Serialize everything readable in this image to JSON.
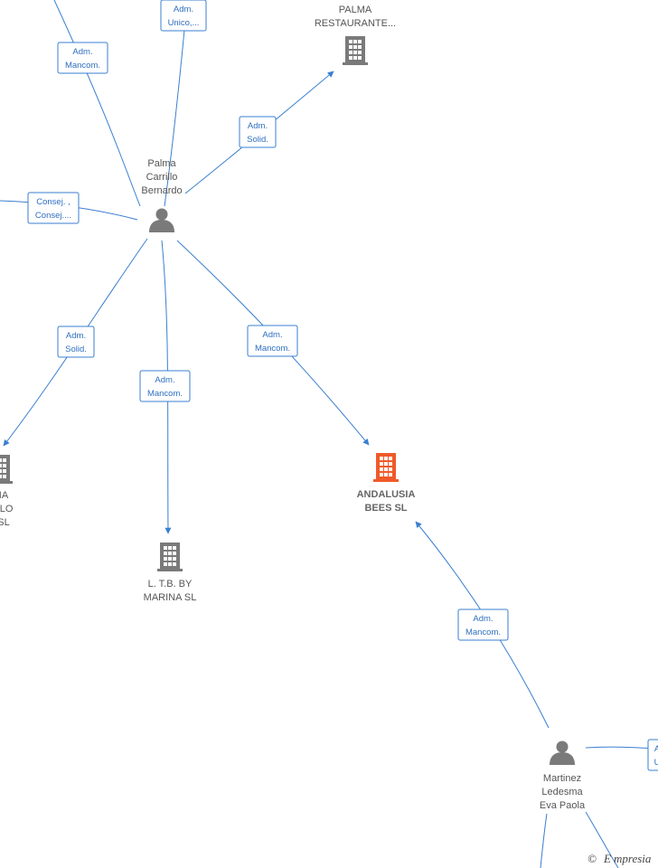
{
  "colors": {
    "edge": "#3a7fd0",
    "company": "#7a7a7a",
    "company_main": "#f05a28",
    "person": "#7a7a7a"
  },
  "nodes": [
    {
      "id": "palma-carrillo",
      "type": "person",
      "lines": [
        "Palma",
        "Carrillo",
        "Bernardo"
      ]
    },
    {
      "id": "martinez-ledesma",
      "type": "person",
      "lines": [
        "Martinez",
        "Ledesma",
        "Eva Paola"
      ]
    },
    {
      "id": "palma-restaurante",
      "type": "company",
      "lines": [
        "PALMA",
        "RESTAURANTE..."
      ]
    },
    {
      "id": "andalusia-bees",
      "type": "company-main",
      "lines": [
        "ANDALUSIA",
        "BEES  SL"
      ]
    },
    {
      "id": "ltb-marina",
      "type": "company",
      "lines": [
        "L. T.B. BY",
        "MARINA  SL"
      ]
    },
    {
      "id": "left-company",
      "type": "company",
      "lines": [
        "IA",
        "LLO",
        "SL"
      ]
    }
  ],
  "edges": [
    {
      "id": "e-top-left",
      "lines": [
        "Adm.",
        "Mancom."
      ]
    },
    {
      "id": "e-top",
      "lines": [
        "Adm.",
        "Unico,..."
      ]
    },
    {
      "id": "e-restaurante",
      "lines": [
        "Adm.",
        "Solid."
      ]
    },
    {
      "id": "e-left",
      "lines": [
        "Consej. ,",
        "Consej...."
      ]
    },
    {
      "id": "e-left-company",
      "lines": [
        "Adm.",
        "Solid."
      ]
    },
    {
      "id": "e-ltb",
      "lines": [
        "Adm.",
        "Mancom."
      ]
    },
    {
      "id": "e-andalusia-1",
      "lines": [
        "Adm.",
        "Mancom."
      ]
    },
    {
      "id": "e-andalusia-2",
      "lines": [
        "Adm.",
        "Mancom."
      ]
    },
    {
      "id": "e-right",
      "lines": [
        "A",
        "U"
      ]
    }
  ],
  "watermark": {
    "symbol": "©",
    "brand_initial": "E",
    "brand_rest": "mpresia"
  }
}
